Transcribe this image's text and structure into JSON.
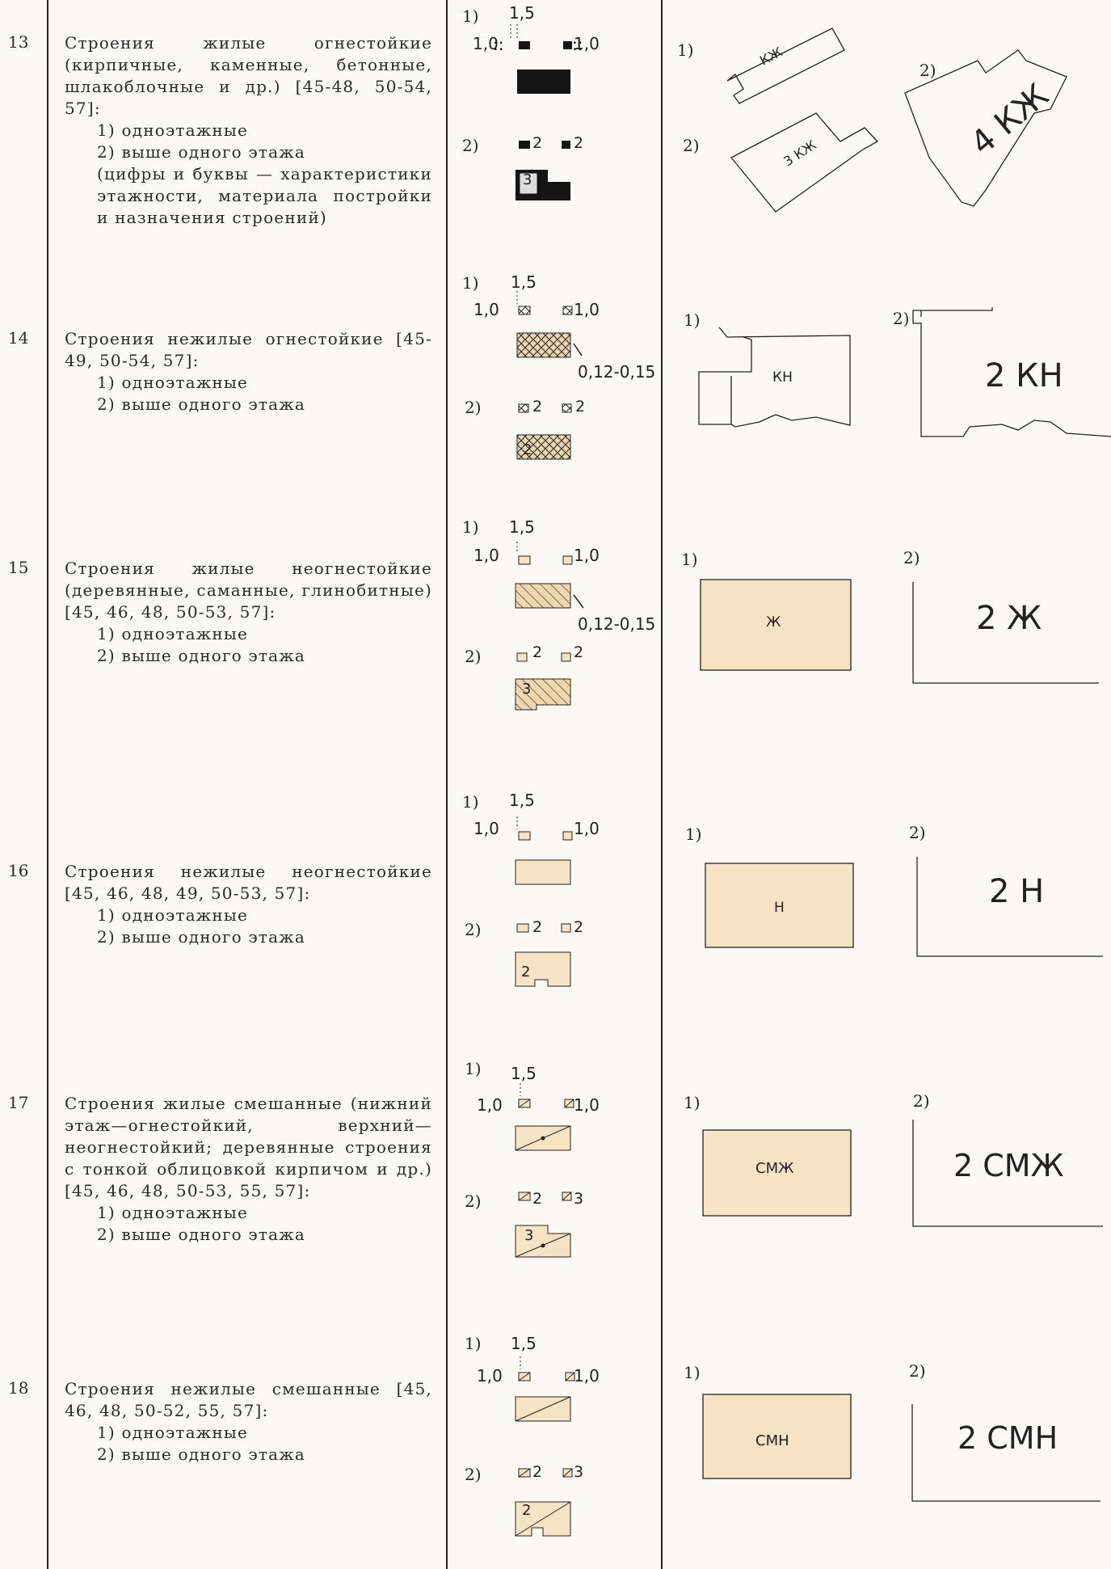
{
  "rows": [
    {
      "num": "13",
      "title": "Строения жилые огнестойкие (кирпичные, каменные, бетонные, шлакоблочные и др.) [45-48, 50-54, 57]:",
      "sub1": "1) одноэтажные",
      "sub2": "2) выше одного этажа",
      "note": "(цифры и буквы — характеристики этажности, материала постройки и назначения строений)",
      "sym": {
        "p1": "1)",
        "p2": "2)",
        "top": "1,5",
        "left": "1,0",
        "right": "1,0",
        "s1": "2",
        "s2": "2",
        "inner": "3"
      },
      "ex": {
        "p1": "1)",
        "p2": "2)",
        "label1": "КЖ",
        "label2a": "3 КЖ",
        "label2b": "4 КЖ"
      }
    },
    {
      "num": "14",
      "title": "Строения нежилые огнестойкие [45-49, 50-54, 57]:",
      "sub1": "1) одноэтажные",
      "sub2": "2) выше одного этажа",
      "sym": {
        "p1": "1)",
        "p2": "2)",
        "top": "1,5",
        "left": "1,0",
        "right": "1,0",
        "s1": "2",
        "s2": "2",
        "inner": "2",
        "width": "0,12-0,15"
      },
      "ex": {
        "p1": "1)",
        "p2": "2)",
        "label1": "КН",
        "label2": "2 КН"
      }
    },
    {
      "num": "15",
      "title": "Строения жилые неогнестойкие (деревянные, саманные, глинобитные) [45, 46, 48, 50-53, 57]:",
      "sub1": "1) одноэтажные",
      "sub2": "2) выше одного этажа",
      "sym": {
        "p1": "1)",
        "p2": "2)",
        "top": "1,5",
        "left": "1,0",
        "right": "1,0",
        "s1": "2",
        "s2": "2",
        "inner": "3",
        "width": "0,12-0,15"
      },
      "ex": {
        "p1": "1)",
        "p2": "2)",
        "label1": "Ж",
        "label2": "2 Ж"
      }
    },
    {
      "num": "16",
      "title": "Строения нежилые неогнестойкие [45, 46, 48, 49, 50-53, 57]:",
      "sub1": "1) одноэтажные",
      "sub2": "2) выше одного этажа",
      "sym": {
        "p1": "1)",
        "p2": "2)",
        "top": "1,5",
        "left": "1,0",
        "right": "1,0",
        "s1": "2",
        "s2": "2",
        "inner": "2"
      },
      "ex": {
        "p1": "1)",
        "p2": "2)",
        "label1": "Н",
        "label2": "2 Н"
      }
    },
    {
      "num": "17",
      "title": "Строения жилые смешанные (нижний этаж—огнестойкий, верхний—неогнестойкий; деревянные строения с тонкой облицовкой кирпичом и др.) [45, 46, 48, 50-53, 55, 57]:",
      "sub1": "1) одноэтажные",
      "sub2": "2) выше одного этажа",
      "sym": {
        "p1": "1)",
        "p2": "2)",
        "top": "1,5",
        "left": "1,0",
        "right": "1,0",
        "s1": "2",
        "s2": "3",
        "inner": "3"
      },
      "ex": {
        "p1": "1)",
        "p2": "2)",
        "label1": "СМЖ",
        "label2": "2 СМЖ"
      }
    },
    {
      "num": "18",
      "title": "Строения нежилые смешанные [45, 46, 48, 50-52, 55, 57]:",
      "sub1": "1) одноэтажные",
      "sub2": "2) выше одного этажа",
      "sym": {
        "p1": "1)",
        "p2": "2)",
        "top": "1,5",
        "left": "1,0",
        "right": "1,0",
        "s1": "2",
        "s2": "3",
        "inner": "2"
      },
      "ex": {
        "p1": "1)",
        "p2": "2)",
        "label1": "СМН",
        "label2": "2 СМН"
      }
    }
  ],
  "colors": {
    "fill": "#f5e3c4",
    "ink": "#222222",
    "solid": "#151515"
  }
}
